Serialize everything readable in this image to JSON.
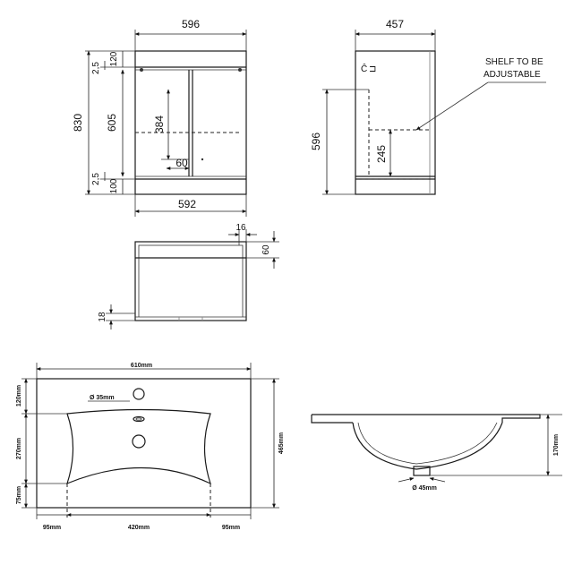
{
  "front_view": {
    "width_top": "596",
    "width_bottom": "592",
    "height_total": "830",
    "height_doors": "605",
    "top_gap": "2,5",
    "top_rail": "120",
    "bottom_gap": "2,5",
    "plinth": "100",
    "shelf_height": "384",
    "handle_offset": "60"
  },
  "side_view": {
    "depth": "457",
    "height": "596",
    "shelf_height": "245",
    "note_line1": "SHELF TO BE",
    "note_line2": "ADJUSTABLE"
  },
  "drawer_view": {
    "panel_thickness": "16",
    "top_rail": "60",
    "bottom_thickness": "18"
  },
  "basin_plan": {
    "width": "610mm",
    "depth": "465mm",
    "tap_hole": "Ø 35mm",
    "back_margin": "120mm",
    "bowl_length": "270mm",
    "front_margin": "75mm",
    "left_margin": "95mm",
    "bowl_width": "420mm",
    "right_margin": "95mm"
  },
  "basin_section": {
    "height": "170mm",
    "waste": "Ø 45mm"
  }
}
